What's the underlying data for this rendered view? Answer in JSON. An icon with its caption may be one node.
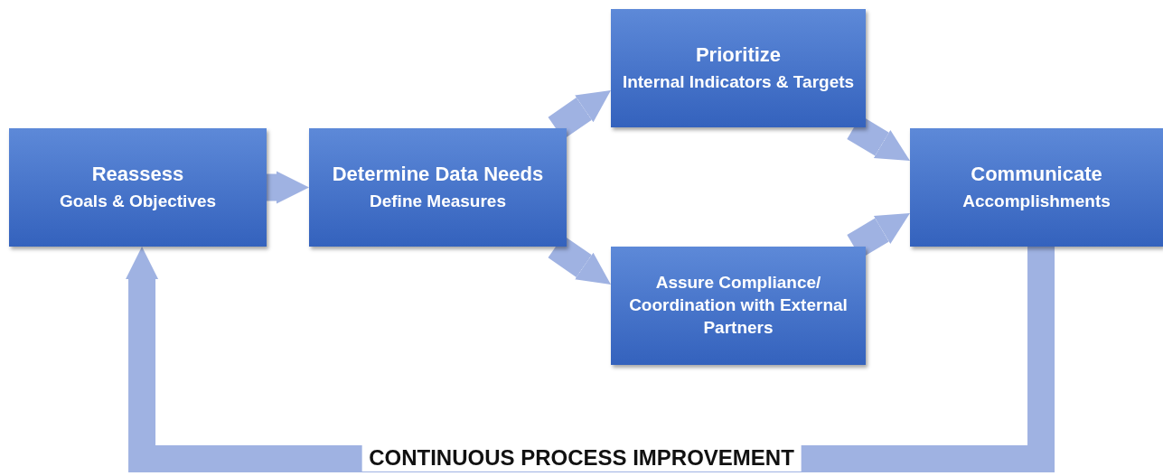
{
  "diagram": {
    "nodes": [
      {
        "text": [
          "Reassess",
          "Goals & Objectives"
        ]
      },
      {
        "text": [
          "Determine Data Needs",
          "Define Measures"
        ]
      },
      {
        "text": [
          "Prioritize",
          "Internal Indicators & Targets"
        ]
      },
      {
        "text": [
          "Assure Compliance/ Coordination with External Partners"
        ]
      },
      {
        "text": [
          "Communicate",
          "Accomplishments"
        ]
      }
    ],
    "edges": [
      {
        "from": 0,
        "to": 1,
        "arrow": "to"
      },
      {
        "from": 1,
        "to": 2,
        "arrow": "to"
      },
      {
        "from": 1,
        "to": 3,
        "arrow": "to"
      },
      {
        "from": 2,
        "to": 4,
        "arrow": "to"
      },
      {
        "from": 3,
        "to": 4,
        "arrow": "to"
      },
      {
        "from": 4,
        "to": 0,
        "arrow": "to",
        "label": "CONTINUOUS PROCESS IMPROVEMENT"
      }
    ]
  }
}
